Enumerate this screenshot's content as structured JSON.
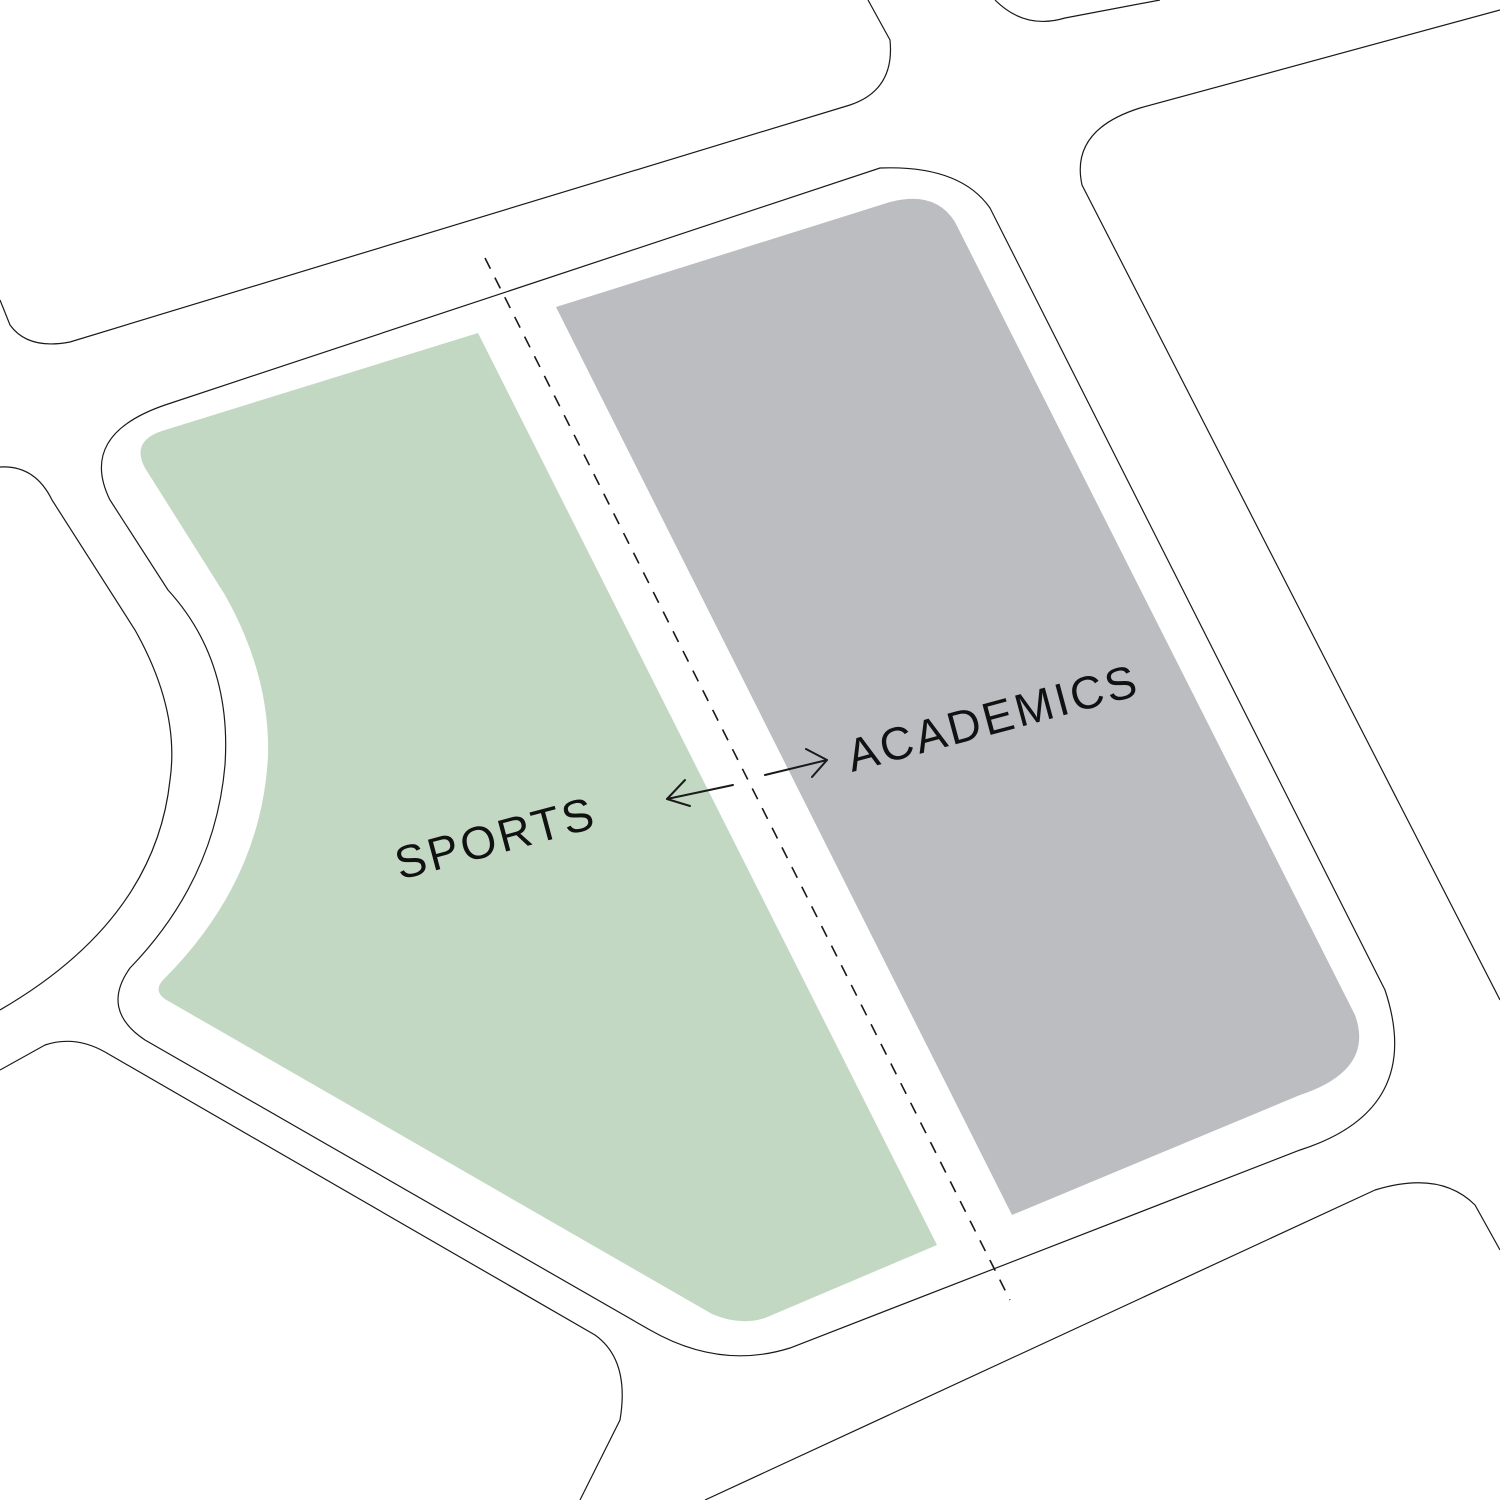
{
  "zones": {
    "sports": {
      "label": "SPORTS",
      "color": "#c2d8c3"
    },
    "academics": {
      "label": "ACADEMICS",
      "color": "#bcbdc1"
    }
  },
  "colors": {
    "background": "#ffffff",
    "outline": "#1a1a1a"
  },
  "connection": {
    "type": "bidirectional-arrow"
  }
}
